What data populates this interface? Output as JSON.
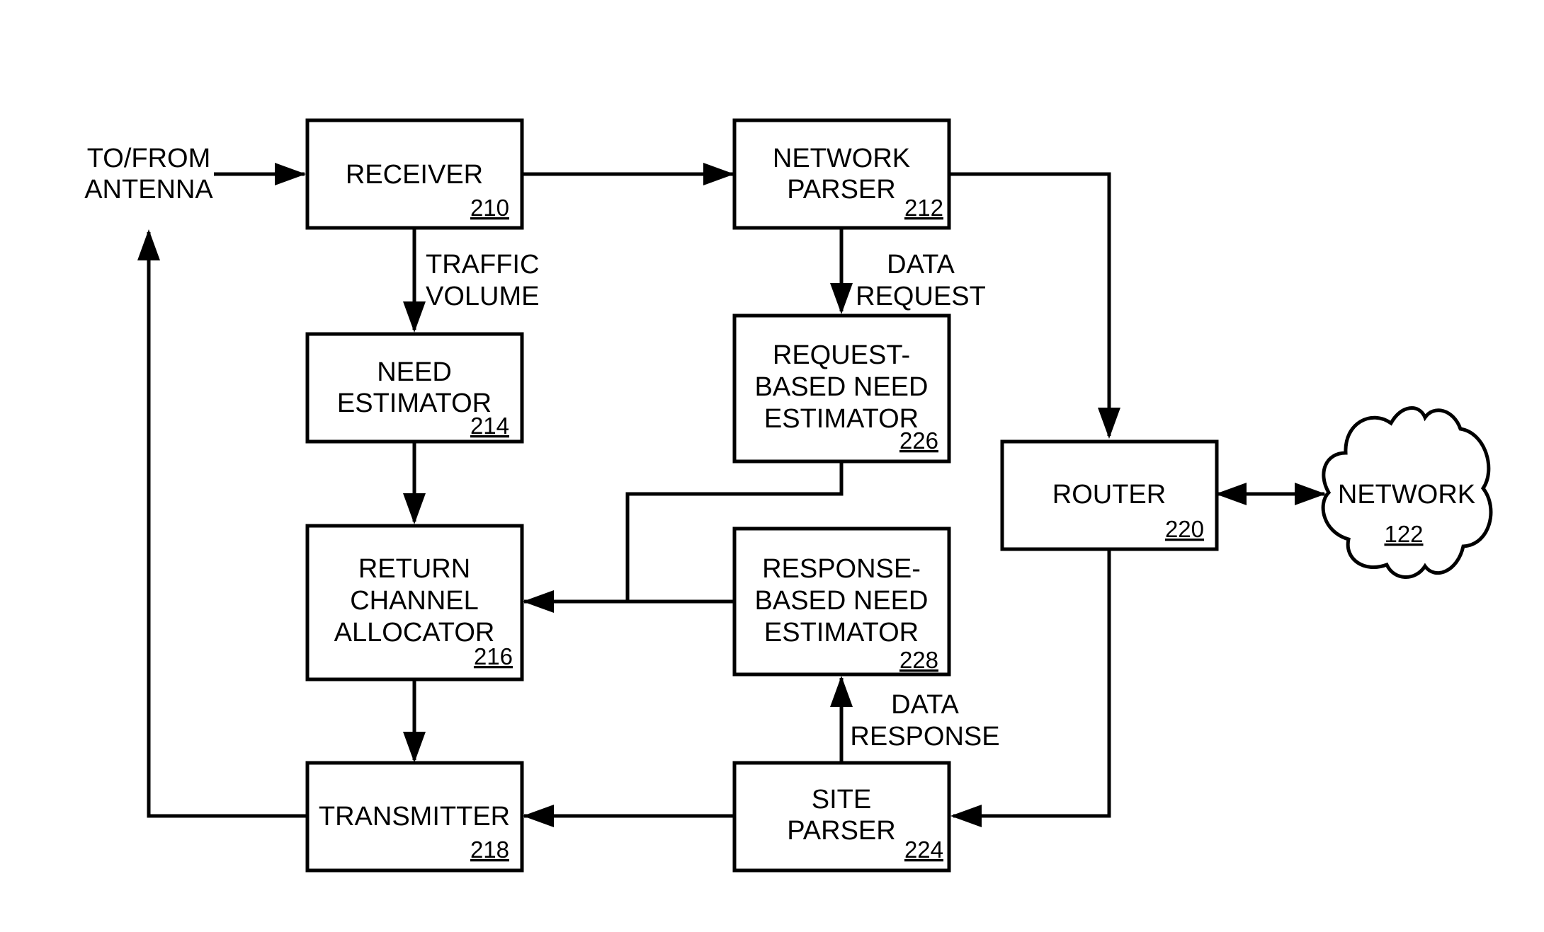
{
  "blocks": {
    "receiver": {
      "lines": [
        "RECEIVER"
      ],
      "ref": "210"
    },
    "network_parser": {
      "lines": [
        "NETWORK",
        "PARSER"
      ],
      "ref": "212"
    },
    "need_estimator": {
      "lines": [
        "NEED",
        "ESTIMATOR"
      ],
      "ref": "214"
    },
    "request_estimator": {
      "lines": [
        "REQUEST-",
        "BASED NEED",
        "ESTIMATOR"
      ],
      "ref": "226"
    },
    "router": {
      "lines": [
        "ROUTER"
      ],
      "ref": "220"
    },
    "return_allocator": {
      "lines": [
        "RETURN",
        "CHANNEL",
        "ALLOCATOR"
      ],
      "ref": "216"
    },
    "response_estimator": {
      "lines": [
        "RESPONSE-",
        "BASED NEED",
        "ESTIMATOR"
      ],
      "ref": "228"
    },
    "transmitter": {
      "lines": [
        "TRANSMITTER"
      ],
      "ref": "218"
    },
    "site_parser": {
      "lines": [
        "SITE",
        "PARSER"
      ],
      "ref": "224"
    },
    "network": {
      "lines": [
        "NETWORK"
      ],
      "ref": "122"
    }
  },
  "labels": {
    "antenna": [
      "TO/FROM",
      "ANTENNA"
    ],
    "traffic_volume": [
      "TRAFFIC",
      "VOLUME"
    ],
    "data_request": [
      "DATA",
      "REQUEST"
    ],
    "data_response": [
      "DATA",
      "RESPONSE"
    ]
  }
}
